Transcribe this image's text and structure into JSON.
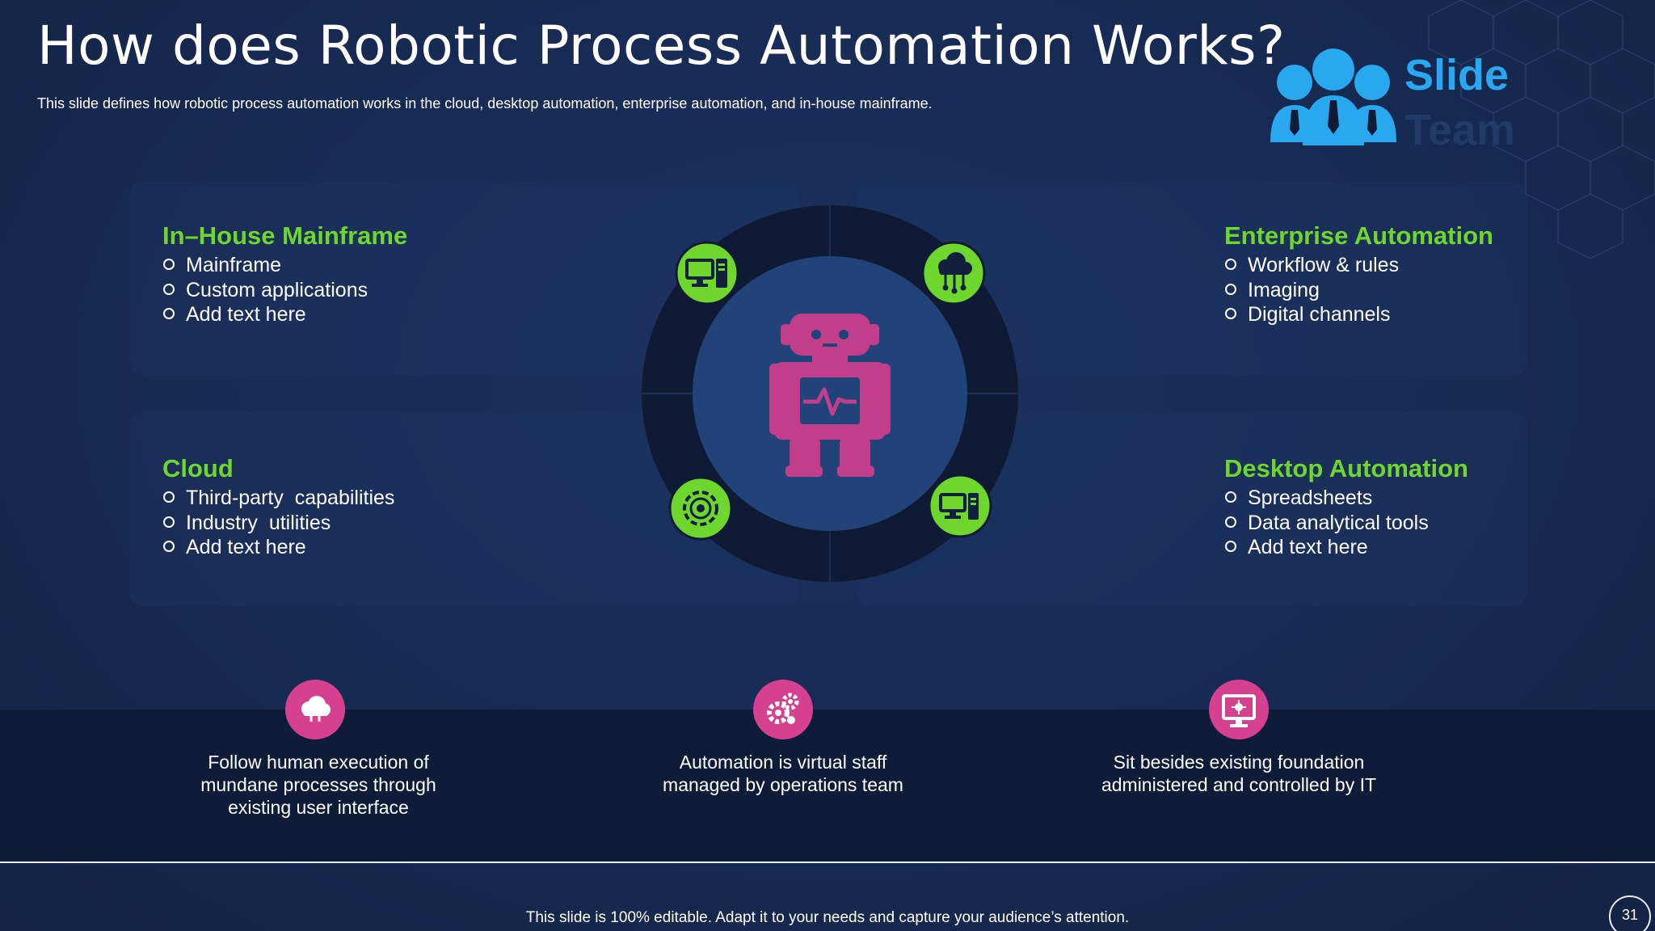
{
  "slide": {
    "title": "How does Robotic Process Automation Works?",
    "subtitle": "This slide defines how robotic process automation works in the cloud, desktop automation, enterprise automation, and in-house mainframe.",
    "logo": {
      "line1": "Slide",
      "line2": "Team"
    },
    "colors": {
      "accent_green": "#6fd62e",
      "accent_pink": "#d6418f",
      "background": "#16264a"
    }
  },
  "quadrants": {
    "top_left": {
      "title": "In–House Mainframe",
      "items": [
        "Mainframe",
        "Custom applications",
        "Add text here"
      ]
    },
    "top_right": {
      "title": "Enterprise Automation",
      "items": [
        "Workflow & rules",
        "Imaging",
        "Digital channels"
      ]
    },
    "bottom_left": {
      "title": "Cloud",
      "items": [
        "Third-party  capabilities",
        "Industry  utilities",
        "Add text here"
      ]
    },
    "bottom_right": {
      "title": "Desktop Automation",
      "items": [
        "Spreadsheets",
        "Data analytical tools",
        "Add text here"
      ]
    }
  },
  "center": {
    "icon": "robot-icon",
    "satellite_icons": [
      "desktop-computer-icon",
      "cloud-network-icon",
      "gear-target-icon",
      "desktop-computer-icon"
    ]
  },
  "bottom": [
    {
      "icon": "cloud-icon",
      "text": "Follow human execution of mundane processes through existing user interface"
    },
    {
      "icon": "gears-icon",
      "text": "Automation is virtual staff managed by operations team"
    },
    {
      "icon": "monitor-icon",
      "text": "Sit besides existing foundation administered and controlled by IT"
    }
  ],
  "footer": {
    "text": "This slide is 100% editable. Adapt it to your needs and capture your audience’s attention.",
    "page_number": "31"
  }
}
